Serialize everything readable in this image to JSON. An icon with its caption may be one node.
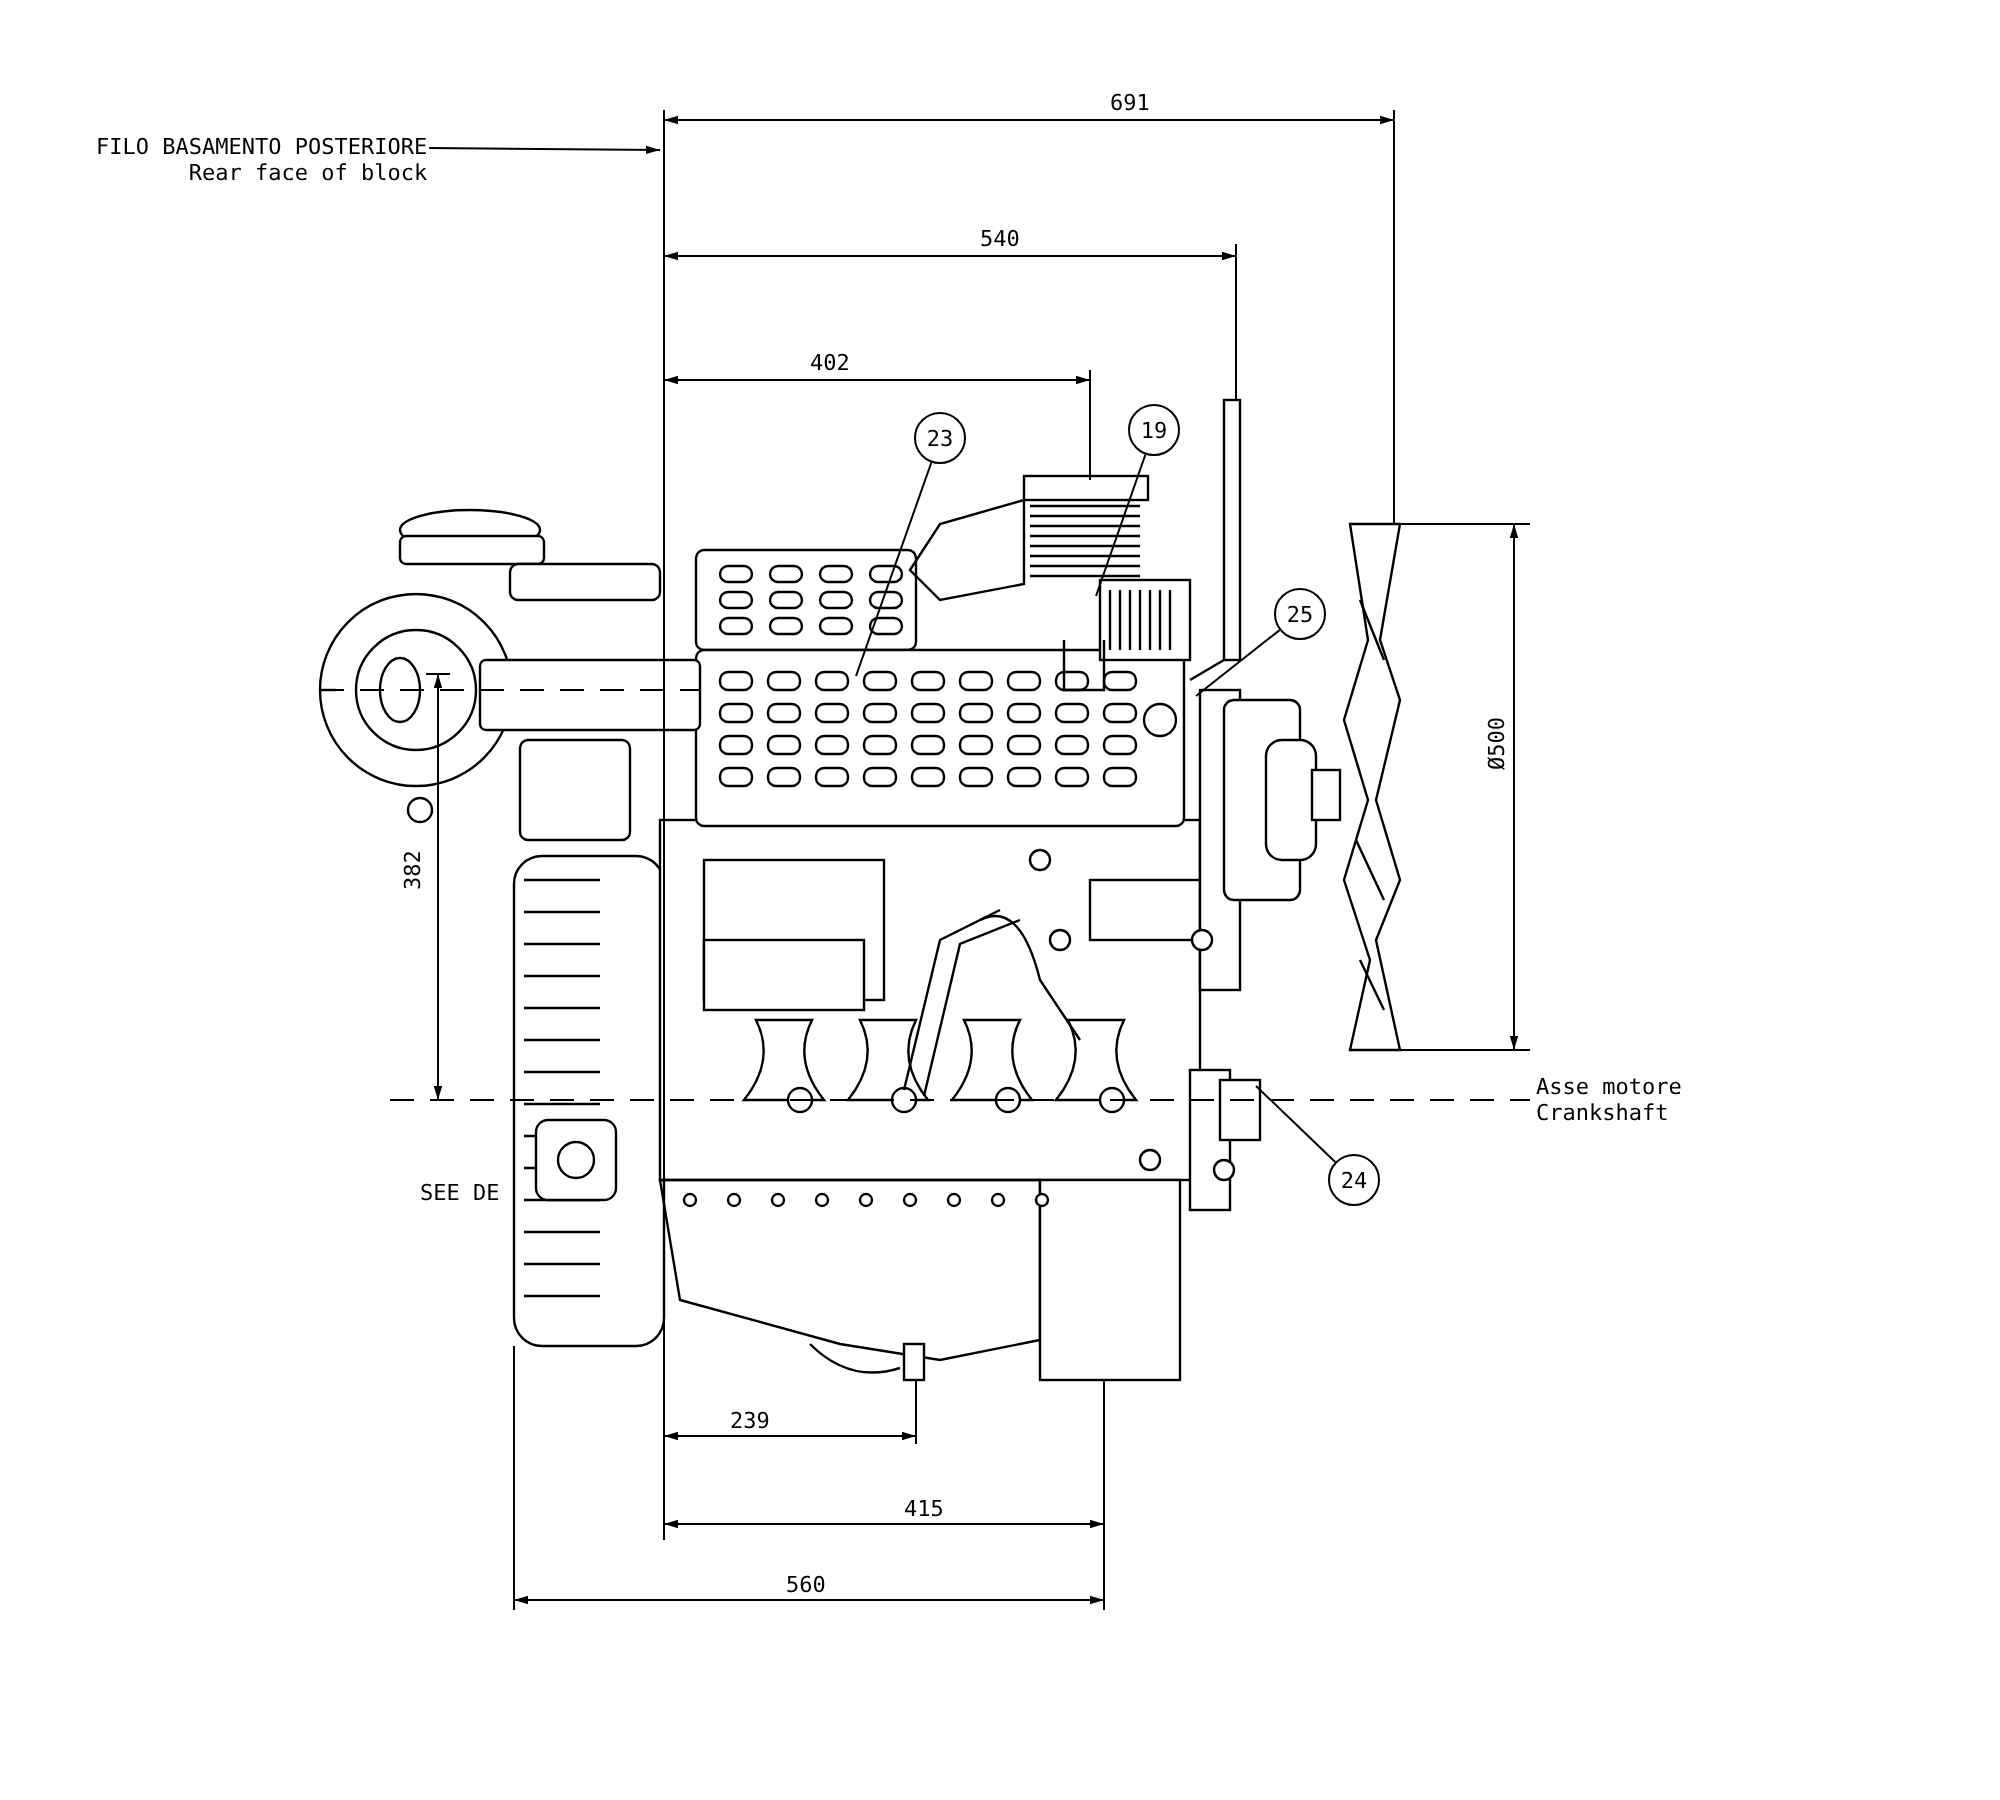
{
  "diagram": {
    "nodes": [
      {
        "text": [
          "FILO BASAMENTO POSTERIORE",
          "Rear face of block"
        ]
      },
      {
        "text": [
          "23"
        ]
      },
      {
        "text": [
          "19"
        ]
      },
      {
        "text": [
          "25"
        ]
      },
      {
        "text": [
          "24"
        ]
      }
    ],
    "edges": [
      {
        "from": 0,
        "to": null,
        "arrow": "to"
      },
      {
        "from": 1,
        "to": null,
        "arrow": "none"
      },
      {
        "from": 2,
        "to": null,
        "arrow": "none"
      },
      {
        "from": 3,
        "to": null,
        "arrow": "none"
      },
      {
        "from": 4,
        "to": null,
        "arrow": "none"
      }
    ],
    "labels": [
      "691",
      "540",
      "402",
      "382",
      "Ø500",
      "Asse motore",
      "Crankshaft",
      "SEE DE",
      "239",
      "415",
      "560"
    ]
  }
}
